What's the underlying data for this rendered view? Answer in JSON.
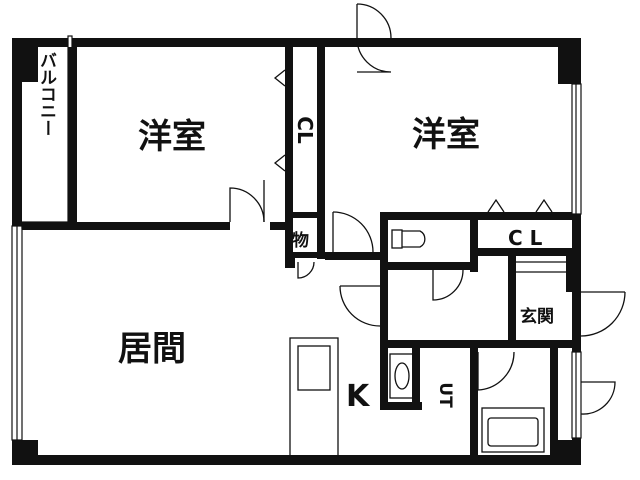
{
  "rooms": {
    "balcony": "バルコニー",
    "western_room_left": "洋室",
    "western_room_right": "洋室",
    "closet_vertical": "CL",
    "closet_horizontal": "C L",
    "storage": "物",
    "living": "居間",
    "kitchen": "K",
    "entrance": "玄関",
    "utility": "UT"
  }
}
